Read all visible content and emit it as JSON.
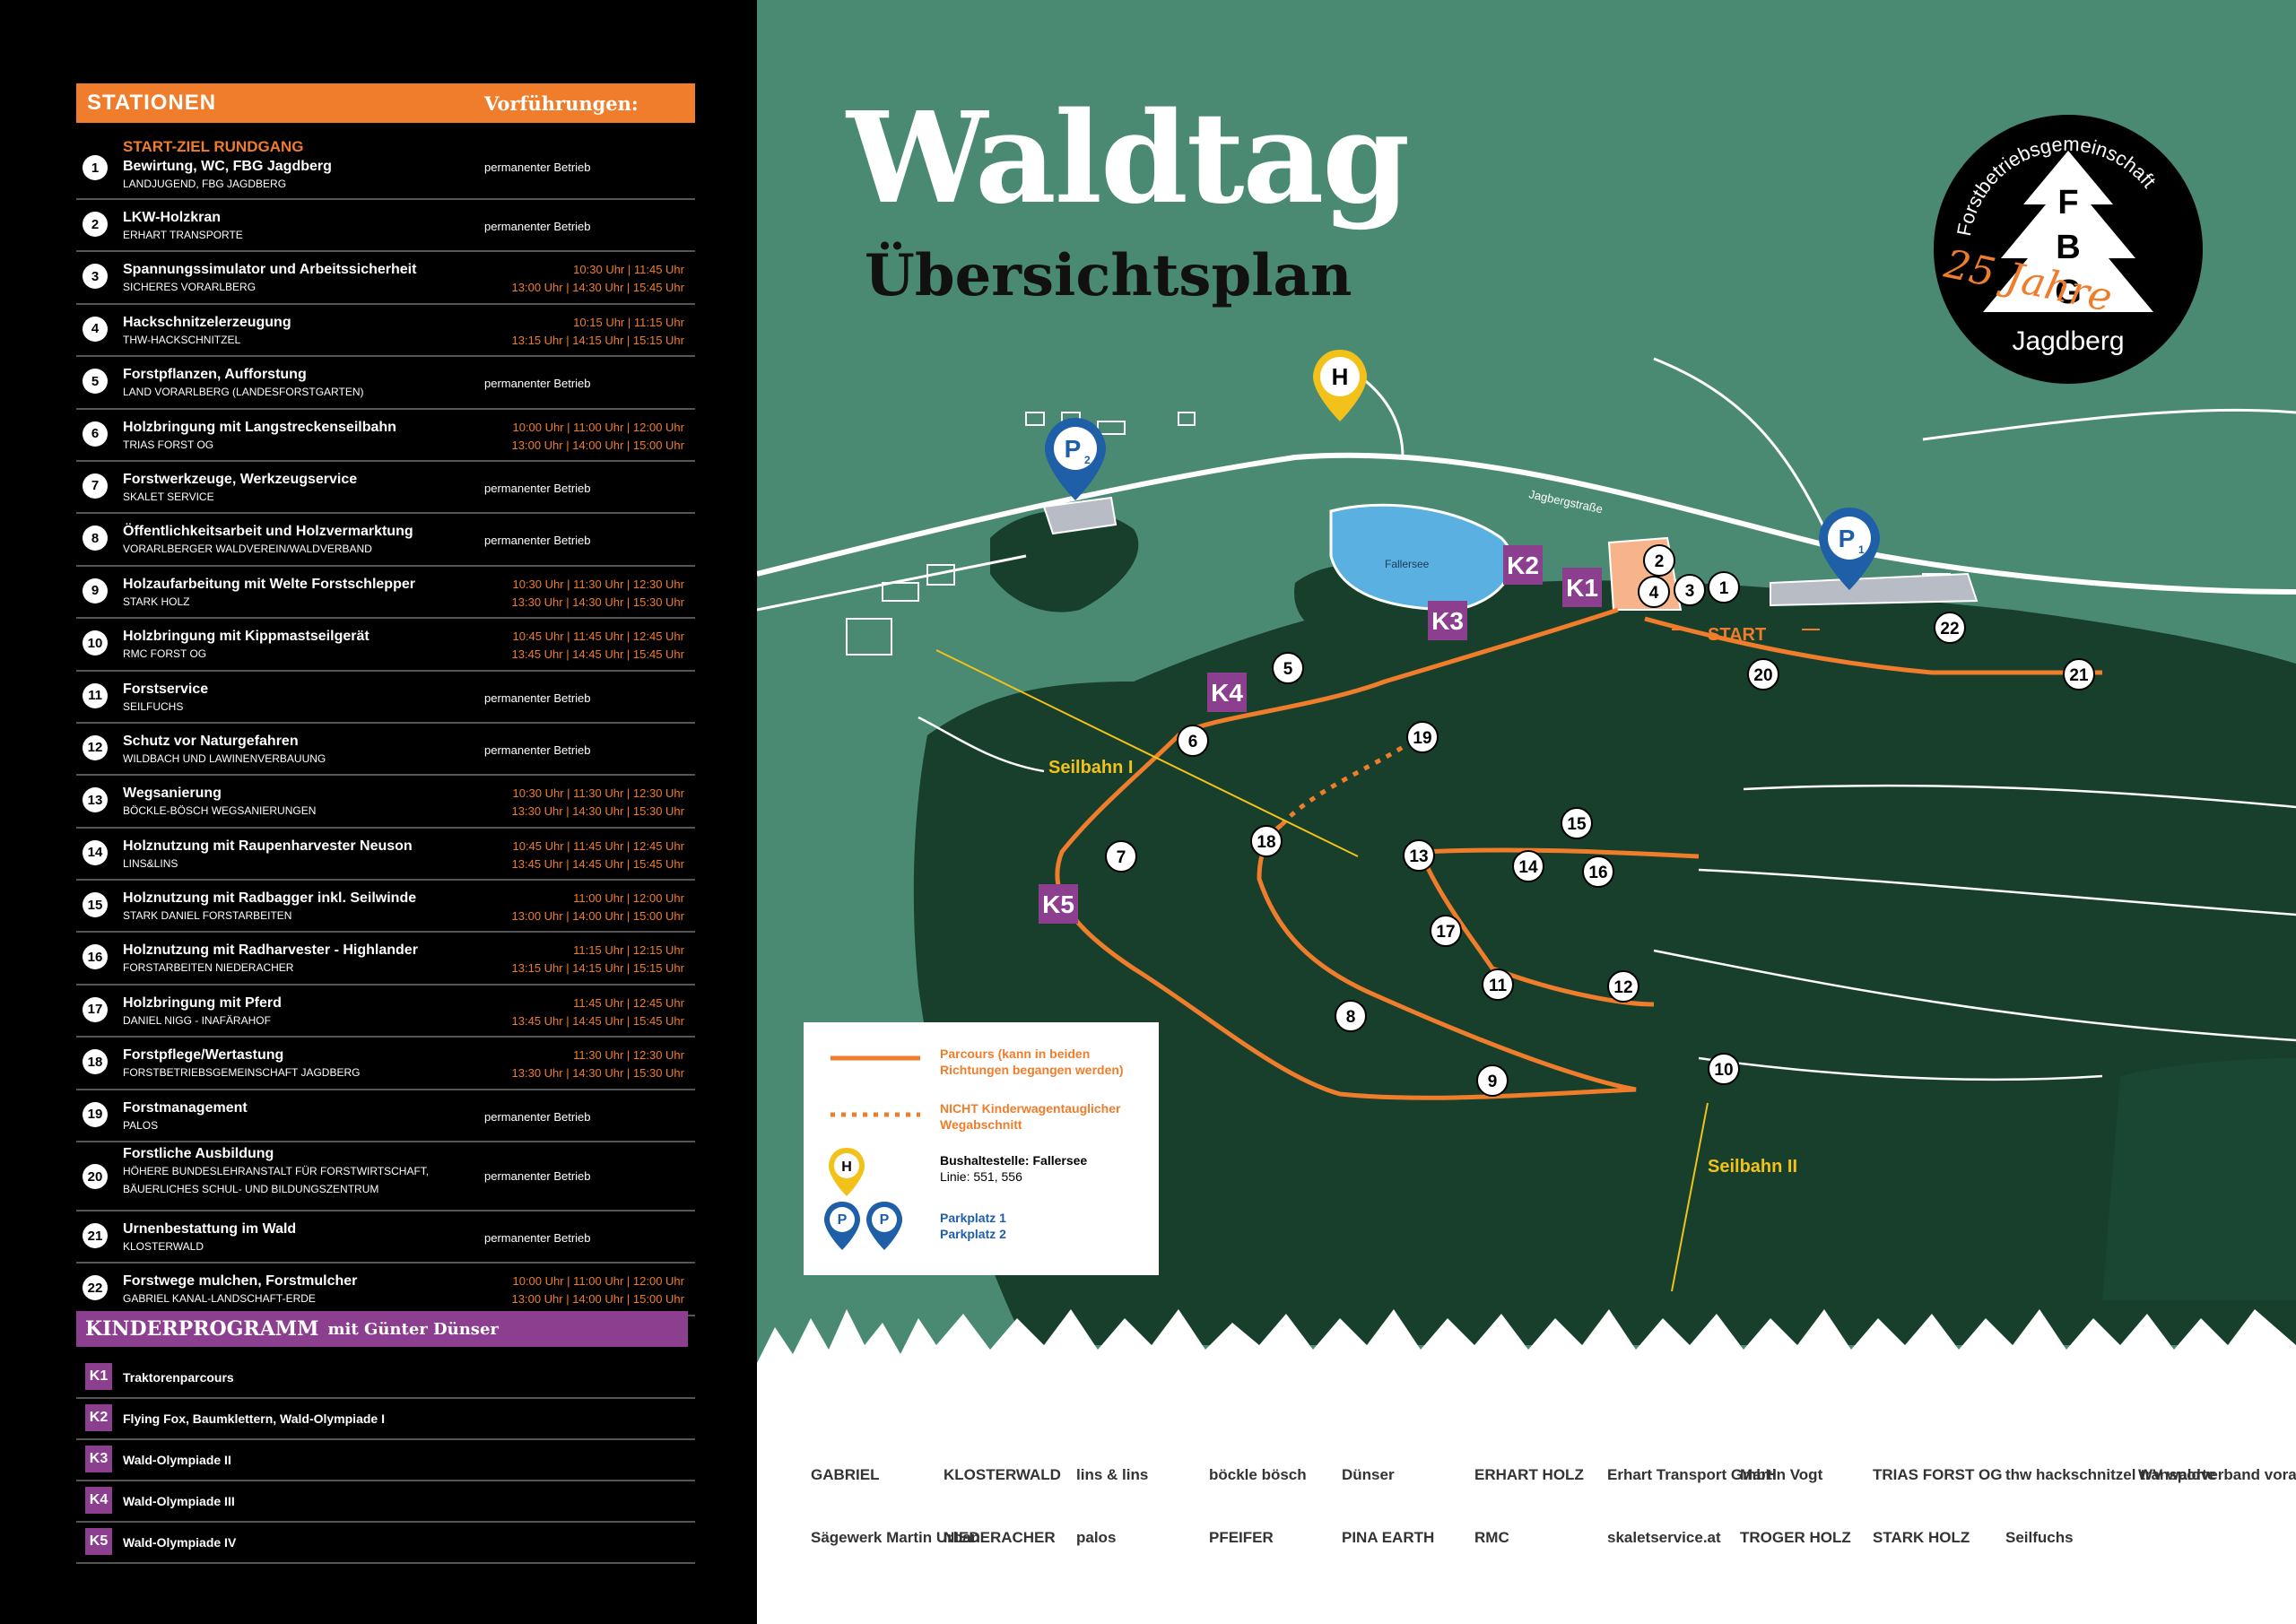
{
  "header": {
    "stations_label": "STATIONEN",
    "demos_label": "Vorführungen:"
  },
  "stations": [
    {
      "num": "1",
      "sup": "START-ZIEL RUNDGANG",
      "title": "Bewirtung, WC, FBG Jagdberg",
      "org": "LANDJUGEND, FBG JAGDBERG",
      "perm": "permanenter Betrieb"
    },
    {
      "num": "2",
      "title": "LKW-Holzkran",
      "org": "ERHART TRANSPORTE",
      "perm": "permanenter Betrieb"
    },
    {
      "num": "3",
      "title": "Spannungssimulator und Arbeitssicherheit",
      "org": "SICHERES VORARLBERG",
      "t1": "10:30 Uhr | 11:45 Uhr",
      "t2": "13:00 Uhr | 14:30 Uhr | 15:45 Uhr"
    },
    {
      "num": "4",
      "title": "Hackschnitzelerzeugung",
      "org": "THW-HACKSCHNITZEL",
      "t1": "10:15 Uhr | 11:15 Uhr",
      "t2": "13:15 Uhr | 14:15 Uhr | 15:15 Uhr"
    },
    {
      "num": "5",
      "title": "Forstpflanzen, Aufforstung",
      "org": "LAND VORARLBERG (LANDESFORSTGARTEN)",
      "perm": "permanenter Betrieb"
    },
    {
      "num": "6",
      "title": "Holzbringung mit Langstreckenseilbahn",
      "org": "TRIAS FORST OG",
      "t1": "10:00 Uhr | 11:00 Uhr | 12:00 Uhr",
      "t2": "13:00 Uhr | 14:00 Uhr | 15:00 Uhr"
    },
    {
      "num": "7",
      "title": "Forstwerkzeuge, Werkzeugservice",
      "org": "SKALET SERVICE",
      "perm": "permanenter Betrieb"
    },
    {
      "num": "8",
      "title": "Öffentlichkeitsarbeit und Holzvermarktung",
      "org": "VORARLBERGER WALDVEREIN/WALDVERBAND",
      "perm": "permanenter Betrieb"
    },
    {
      "num": "9",
      "title": "Holzaufarbeitung mit Welte Forstschlepper",
      "org": "STARK HOLZ",
      "t1": "10:30 Uhr | 11:30 Uhr | 12:30 Uhr",
      "t2": "13:30 Uhr | 14:30 Uhr | 15:30 Uhr"
    },
    {
      "num": "10",
      "title": "Holzbringung mit Kippmastseilgerät",
      "org": "RMC FORST OG",
      "t1": "10:45 Uhr | 11:45 Uhr | 12:45 Uhr",
      "t2": "13:45 Uhr | 14:45 Uhr | 15:45 Uhr"
    },
    {
      "num": "11",
      "title": "Forstservice",
      "org": "SEILFUCHS",
      "perm": "permanenter Betrieb"
    },
    {
      "num": "12",
      "title": "Schutz vor Naturgefahren",
      "org": "WILDBACH UND LAWINENVERBAUUNG",
      "perm": "permanenter Betrieb"
    },
    {
      "num": "13",
      "title": "Wegsanierung",
      "org": "BÖCKLE-BÖSCH WEGSANIERUNGEN",
      "t1": "10:30 Uhr | 11:30 Uhr | 12:30 Uhr",
      "t2": "13:30 Uhr | 14:30 Uhr | 15:30 Uhr"
    },
    {
      "num": "14",
      "title": "Holznutzung mit Raupenharvester Neuson",
      "org": "LINS&LINS",
      "t1": "10:45 Uhr | 11:45 Uhr | 12:45 Uhr",
      "t2": "13:45 Uhr | 14:45 Uhr | 15:45 Uhr"
    },
    {
      "num": "15",
      "title": "Holznutzung mit Radbagger inkl. Seilwinde",
      "org": "STARK DANIEL FORSTARBEITEN",
      "t1": "11:00 Uhr | 12:00 Uhr",
      "t2": "13:00 Uhr | 14:00 Uhr | 15:00 Uhr"
    },
    {
      "num": "16",
      "title": "Holznutzung mit Radharvester - Highlander",
      "org": "FORSTARBEITEN NIEDERACHER",
      "t1": "11:15 Uhr | 12:15 Uhr",
      "t2": "13:15 Uhr | 14:15 Uhr | 15:15 Uhr"
    },
    {
      "num": "17",
      "title": "Holzbringung mit Pferd",
      "org": "DANIEL NIGG - INAFÄRAHOF",
      "t1": "11:45 Uhr | 12:45 Uhr",
      "t2": "13:45 Uhr | 14:45 Uhr | 15:45 Uhr"
    },
    {
      "num": "18",
      "title": "Forstpflege/Wertastung",
      "org": "FORSTBETRIEBSGEMEINSCHAFT JAGDBERG",
      "t1": "11:30 Uhr | 12:30 Uhr",
      "t2": "13:30 Uhr | 14:30 Uhr | 15:30 Uhr"
    },
    {
      "num": "19",
      "title": "Forstmanagement",
      "org": "PALOS",
      "perm": "permanenter Betrieb"
    },
    {
      "num": "20",
      "title": "Forstliche Ausbildung",
      "org": "HÖHERE BUNDESLEHRANSTALT FÜR FORSTWIRTSCHAFT, BÄUERLICHES SCHUL- UND BILDUNGSZENTRUM",
      "perm": "permanenter Betrieb",
      "long": true
    },
    {
      "num": "21",
      "title": "Urnenbestattung im Wald",
      "org": "KLOSTERWALD",
      "perm": "permanenter Betrieb"
    },
    {
      "num": "22",
      "title": "Forstwege mulchen, Forstmulcher",
      "org": "GABRIEL KANAL-LANDSCHAFT-ERDE",
      "t1": "10:00 Uhr | 11:00 Uhr | 12:00 Uhr",
      "t2": "13:00 Uhr | 14:00 Uhr | 15:00 Uhr"
    }
  ],
  "kids": {
    "title": "KINDERPROGRAMM",
    "subtitle": "mit Günter Dünser",
    "items": [
      {
        "code": "K1",
        "label": "Traktorenparcours"
      },
      {
        "code": "K2",
        "label": "Flying Fox, Baumklettern, Wald-Olympiade I"
      },
      {
        "code": "K3",
        "label": "Wald-Olympiade II"
      },
      {
        "code": "K4",
        "label": "Wald-Olympiade III"
      },
      {
        "code": "K5",
        "label": "Wald-Olympiade IV"
      }
    ]
  },
  "map": {
    "title": "Waldtag",
    "subtitle": "Übersichtsplan",
    "logo": {
      "arc_text": "Forstbetriebsgemeinschaft",
      "letters": [
        "F",
        "B",
        "G"
      ],
      "anniversary": "25 Jahre",
      "place": "Jagdberg"
    },
    "road_label": "Jagbergstraße",
    "lake_label": "Fallersee",
    "start_label": "START",
    "seilbahn1": "Seilbahn I",
    "seilbahn2": "Seilbahn II",
    "bus_marker": "H",
    "parking_marker": "P",
    "parking1_sub": "1",
    "parking2_sub": "2"
  },
  "legend": {
    "route_solid": "Parcours (kann in beiden Richtungen begangen werden)",
    "route_solid_l1": "Parcours (kann in beiden",
    "route_solid_l2": "Richtungen begangen werden)",
    "route_dotted_l1": "NICHT Kinderwagentauglicher",
    "route_dotted_l2": "Wegabschnitt",
    "bus_l1": "Bushaltestelle: Fallersee",
    "bus_l2": "Linie: 551, 556",
    "park_l1": "Parkplatz 1",
    "park_l2": "Parkplatz 2"
  },
  "sponsors": [
    "GABRIEL",
    "KLOSTERWALD",
    "lins & lins",
    "böckle bösch",
    "Dünser",
    "ERHART HOLZ",
    "Erhart Transport GmbH",
    "Martin Vogt",
    "TRIAS FORST OG",
    "thw hackschnitzel transporte",
    "WV waldverband vorarlberg",
    "Sägewerk Martin Urban",
    "NIEDERACHER",
    "palos",
    "PFEIFER",
    "PINA EARTH",
    "RMC",
    "skaletservice.at",
    "TROGER HOLZ",
    "STARK HOLZ",
    "Seilfuchs"
  ],
  "colors": {
    "orange": "#ef7d2b",
    "purple": "#8c3f8f",
    "light_green": "#4a8a73",
    "forest": "#173f2c",
    "blue": "#1f5fa8",
    "yellow": "#f3c21a"
  }
}
